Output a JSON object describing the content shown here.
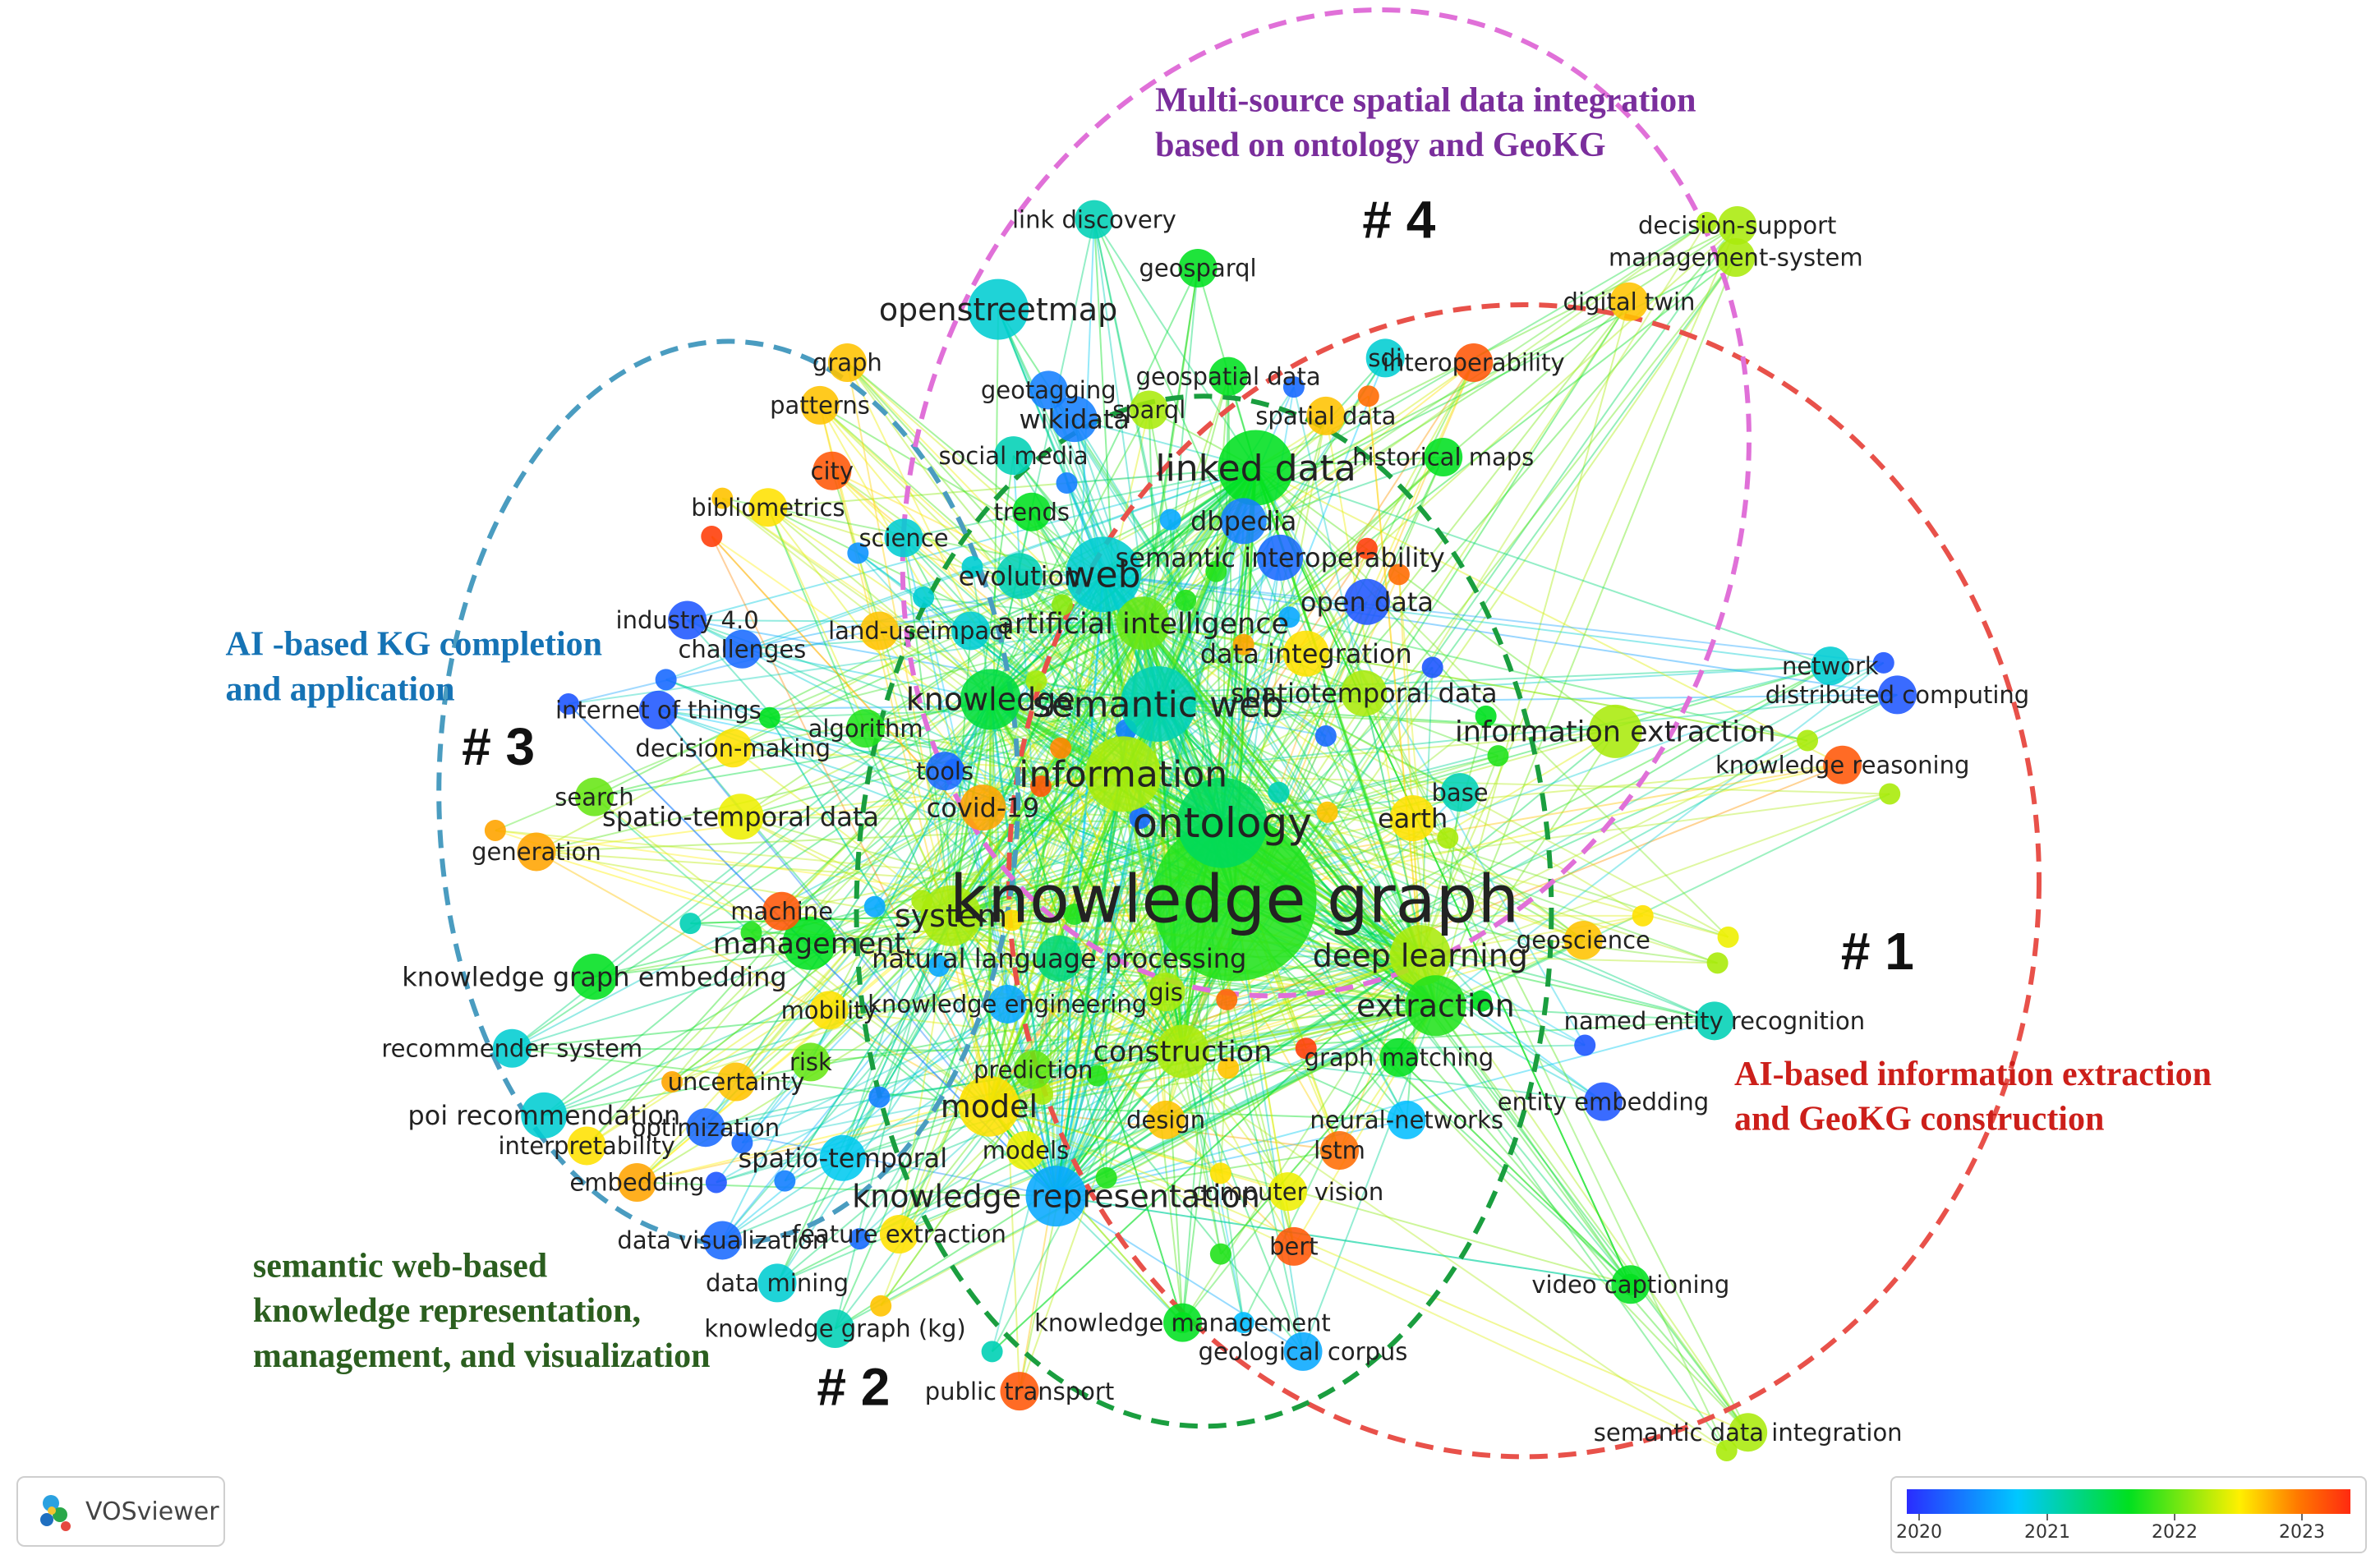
{
  "colors": {
    "cluster1": "#e8514a",
    "cluster2": "#1a9e3f",
    "cluster3": "#4a9cc0",
    "cluster4": "#e070d8",
    "cluster1_title": "#cc1f1a",
    "cluster2_title": "#2b5e1f",
    "cluster3_title": "#1573b5",
    "cluster4_title": "#7a2e9c"
  },
  "clusters": [
    {
      "num": "# 1",
      "lines": [
        "AI-based information extraction",
        "and GeoKG construction"
      ]
    },
    {
      "num": "# 2",
      "lines": [
        "semantic web-based",
        "knowledge representation,",
        "management, and visualization"
      ]
    },
    {
      "num": "# 3",
      "lines": [
        "AI -based KG completion",
        "and application"
      ]
    },
    {
      "num": "# 4",
      "lines": [
        "Multi-source spatial data integration",
        "based on ontology and GeoKG"
      ]
    }
  ],
  "nodes": [
    {
      "id": "knowledge graph",
      "label": "knowledge graph",
      "year": 2021.6,
      "weight": 10
    },
    {
      "id": "ontology",
      "label": "ontology",
      "year": 2021.3,
      "weight": 5
    },
    {
      "id": "information",
      "label": "information",
      "year": 2022.0,
      "weight": 4
    },
    {
      "id": "semantic web",
      "label": "semantic web",
      "year": 2021.0,
      "weight": 4
    },
    {
      "id": "web",
      "label": "web",
      "year": 2020.9,
      "weight": 4
    },
    {
      "id": "linked data",
      "label": "linked data",
      "year": 2021.5,
      "weight": 4
    },
    {
      "id": "knowledge",
      "label": "knowledge",
      "year": 2021.4,
      "weight": 3
    },
    {
      "id": "system",
      "label": "system",
      "year": 2022.0,
      "weight": 3
    },
    {
      "id": "deep learning",
      "label": "deep learning",
      "year": 2022.0,
      "weight": 3
    },
    {
      "id": "extraction",
      "label": "extraction",
      "year": 2021.6,
      "weight": 3
    },
    {
      "id": "model",
      "label": "model",
      "year": 2022.3,
      "weight": 3
    },
    {
      "id": "knowledge representation",
      "label": "knowledge representation",
      "year": 2020.6,
      "weight": 3
    },
    {
      "id": "construction",
      "label": "construction",
      "year": 2022.0,
      "weight": 2.5
    },
    {
      "id": "openstreetmap",
      "label": "openstreetmap",
      "year": 2020.9,
      "weight": 3
    },
    {
      "id": "information extraction",
      "label": "information extraction",
      "year": 2022.0,
      "weight": 2.5
    },
    {
      "id": "management",
      "label": "management",
      "year": 2021.5,
      "weight": 2.5
    },
    {
      "id": "artificial intelligence",
      "label": "artificial intelligence",
      "year": 2021.8,
      "weight": 2.5
    },
    {
      "id": "data integration",
      "label": "data integration",
      "year": 2022.3,
      "weight": 2
    },
    {
      "id": "open data",
      "label": "open data",
      "year": 2020.2,
      "weight": 2
    },
    {
      "id": "earth",
      "label": "earth",
      "year": 2022.3,
      "weight": 2
    },
    {
      "id": "natural language processing",
      "label": "natural language processing",
      "year": 2021.2,
      "weight": 2
    },
    {
      "id": "spatiotemporal data",
      "label": "spatiotemporal data",
      "year": 2022.0,
      "weight": 2
    },
    {
      "id": "semantic interoperability",
      "label": "semantic interoperability",
      "year": 2020.3,
      "weight": 2
    },
    {
      "id": "dbpedia",
      "label": "dbpedia",
      "year": 2020.4,
      "weight": 2
    },
    {
      "id": "evolution",
      "label": "evolution",
      "year": 2021.0,
      "weight": 2
    },
    {
      "id": "covid-19",
      "label": "covid-19",
      "year": 2022.5,
      "weight": 2
    },
    {
      "id": "knowledge engineering",
      "label": "knowledge engineering",
      "year": 2020.6,
      "weight": 1.5
    },
    {
      "id": "gis",
      "label": "gis",
      "year": 2022.0,
      "weight": 1.5
    },
    {
      "id": "prediction",
      "label": "prediction",
      "year": 2021.8,
      "weight": 1.5
    },
    {
      "id": "design",
      "label": "design",
      "year": 2022.4,
      "weight": 1.5
    },
    {
      "id": "models",
      "label": "models",
      "year": 2022.2,
      "weight": 1.5
    },
    {
      "id": "spatio-temporal",
      "label": "spatio-temporal",
      "year": 2020.8,
      "weight": 2
    },
    {
      "id": "spatio-temporal data",
      "label": "spatio-temporal data",
      "year": 2022.2,
      "weight": 2
    },
    {
      "id": "knowledge graph embedding",
      "label": "knowledge graph embedding",
      "year": 2021.5,
      "weight": 2
    },
    {
      "id": "poi recommendation",
      "label": "poi recommendation",
      "year": 2020.9,
      "weight": 2
    },
    {
      "id": "recommender system",
      "label": "recommender system",
      "year": 2020.9,
      "weight": 1.5
    },
    {
      "id": "uncertainty",
      "label": "uncertainty",
      "year": 2022.4,
      "weight": 1.5
    },
    {
      "id": "interpretability",
      "label": "interpretability",
      "year": 2022.3,
      "weight": 1.5
    },
    {
      "id": "embedding",
      "label": "embedding",
      "year": 2022.5,
      "weight": 1.5
    },
    {
      "id": "optimization",
      "label": "optimization",
      "year": 2020.3,
      "weight": 1.5
    },
    {
      "id": "risk",
      "label": "risk",
      "year": 2021.8,
      "weight": 1.5
    },
    {
      "id": "mobility",
      "label": "mobility",
      "year": 2022.3,
      "weight": 1.5
    },
    {
      "id": "machine",
      "label": "machine",
      "year": 2022.8,
      "weight": 1.5
    },
    {
      "id": "search",
      "label": "search",
      "year": 2021.8,
      "weight": 1.5
    },
    {
      "id": "generation",
      "label": "generation",
      "year": 2022.5,
      "weight": 1.5
    },
    {
      "id": "decision-making",
      "label": "decision-making",
      "year": 2022.3,
      "weight": 1.5
    },
    {
      "id": "internet of things",
      "label": "internet of things",
      "year": 2020.2,
      "weight": 1.5
    },
    {
      "id": "algorithm",
      "label": "algorithm",
      "year": 2021.6,
      "weight": 1.5
    },
    {
      "id": "tools",
      "label": "tools",
      "year": 2020.3,
      "weight": 1.5
    },
    {
      "id": "challenges",
      "label": "challenges",
      "year": 2020.3,
      "weight": 1.5
    },
    {
      "id": "industry 4.0",
      "label": "industry 4.0",
      "year": 2020.2,
      "weight": 1.5
    },
    {
      "id": "land-use",
      "label": "land-use",
      "year": 2022.4,
      "weight": 1.5
    },
    {
      "id": "impact",
      "label": "impact",
      "year": 2020.9,
      "weight": 1.5
    },
    {
      "id": "bibliometrics",
      "label": "bibliometrics",
      "year": 2022.3,
      "weight": 1.5
    },
    {
      "id": "science",
      "label": "science",
      "year": 2020.9,
      "weight": 1.5
    },
    {
      "id": "city",
      "label": "city",
      "year": 2022.8,
      "weight": 1.5
    },
    {
      "id": "patterns",
      "label": "patterns",
      "year": 2022.4,
      "weight": 1.5
    },
    {
      "id": "graph",
      "label": "graph",
      "year": 2022.4,
      "weight": 1.5
    },
    {
      "id": "social media",
      "label": "social media",
      "year": 2021.0,
      "weight": 1.5
    },
    {
      "id": "trends",
      "label": "trends",
      "year": 2021.5,
      "weight": 1.5
    },
    {
      "id": "geotagging",
      "label": "geotagging",
      "year": 2020.4,
      "weight": 1.5
    },
    {
      "id": "wikidata",
      "label": "wikidata",
      "year": 2020.4,
      "weight": 2
    },
    {
      "id": "sparql",
      "label": "sparql",
      "year": 2022.0,
      "weight": 1.5
    },
    {
      "id": "link discovery",
      "label": "link discovery",
      "year": 2021.0,
      "weight": 1.5
    },
    {
      "id": "geosparql",
      "label": "geosparql",
      "year": 2021.5,
      "weight": 1.5
    },
    {
      "id": "geospatial data",
      "label": "geospatial data",
      "year": 2021.5,
      "weight": 1.5
    },
    {
      "id": "spatial data",
      "label": "spatial data",
      "year": 2022.4,
      "weight": 1.5
    },
    {
      "id": "sdi",
      "label": "sdi",
      "year": 2020.9,
      "weight": 1.5
    },
    {
      "id": "interoperability",
      "label": "interoperability",
      "year": 2022.8,
      "weight": 1.5
    },
    {
      "id": "historical maps",
      "label": "historical maps",
      "year": 2021.5,
      "weight": 1.5
    },
    {
      "id": "digital twin",
      "label": "digital twin",
      "year": 2022.4,
      "weight": 1.5
    },
    {
      "id": "decision-support",
      "label": "decision-support",
      "year": 2022.0,
      "weight": 1.5
    },
    {
      "id": "management-system",
      "label": "management-system",
      "year": 2022.0,
      "weight": 1.5
    },
    {
      "id": "network",
      "label": "network",
      "year": 2020.9,
      "weight": 1.5
    },
    {
      "id": "distributed computing",
      "label": "distributed computing",
      "year": 2020.2,
      "weight": 1.5
    },
    {
      "id": "knowledge reasoning",
      "label": "knowledge reasoning",
      "year": 2022.8,
      "weight": 1.5
    },
    {
      "id": "base",
      "label": "base",
      "year": 2021.0,
      "weight": 1.5
    },
    {
      "id": "geoscience",
      "label": "geoscience",
      "year": 2022.4,
      "weight": 1.5
    },
    {
      "id": "named entity recognition",
      "label": "named entity recognition",
      "year": 2021.0,
      "weight": 1.5
    },
    {
      "id": "entity embedding",
      "label": "entity embedding",
      "year": 2020.2,
      "weight": 1.5
    },
    {
      "id": "graph matching",
      "label": "graph matching",
      "year": 2021.5,
      "weight": 1.5
    },
    {
      "id": "neural-networks",
      "label": "neural-networks",
      "year": 2020.7,
      "weight": 1.5
    },
    {
      "id": "lstm",
      "label": "lstm",
      "year": 2022.7,
      "weight": 1.5
    },
    {
      "id": "computer vision",
      "label": "computer vision",
      "year": 2022.2,
      "weight": 1.5
    },
    {
      "id": "bert",
      "label": "bert",
      "year": 2022.8,
      "weight": 1.5
    },
    {
      "id": "video captioning",
      "label": "video captioning",
      "year": 2021.5,
      "weight": 1.5
    },
    {
      "id": "knowledge management",
      "label": "knowledge management",
      "year": 2021.5,
      "weight": 1.5
    },
    {
      "id": "geological corpus",
      "label": "geological corpus",
      "year": 2020.6,
      "weight": 1.5
    },
    {
      "id": "public transport",
      "label": "public transport",
      "year": 2022.8,
      "weight": 1.5
    },
    {
      "id": "semantic data integration",
      "label": "semantic data integration",
      "year": 2022.0,
      "weight": 1.5
    },
    {
      "id": "feature extraction",
      "label": "feature extraction",
      "year": 2022.3,
      "weight": 1.5
    },
    {
      "id": "data visualization",
      "label": "data visualization",
      "year": 2020.3,
      "weight": 1.5
    },
    {
      "id": "data mining",
      "label": "data mining",
      "year": 2020.9,
      "weight": 1.5
    },
    {
      "id": "knowledge graph (kg)",
      "label": "knowledge graph (kg)",
      "year": 2021.0,
      "weight": 1.5
    }
  ],
  "legend": {
    "ticks": [
      "2020",
      "2021",
      "2022",
      "2023"
    ],
    "min": 2020,
    "max": 2023
  },
  "brand": {
    "name": "VOSviewer",
    "icon": "vosviewer-logo-icon"
  }
}
